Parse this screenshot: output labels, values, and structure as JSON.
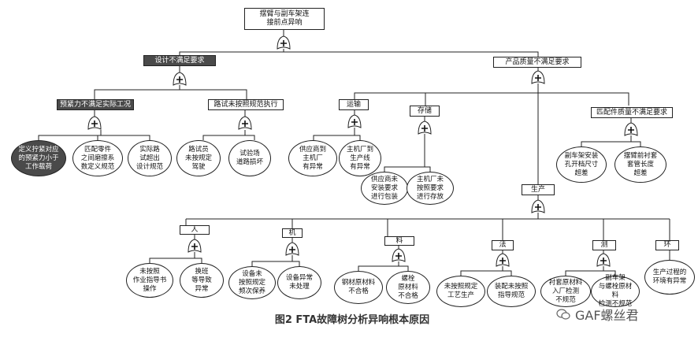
{
  "diagram": {
    "root": "摆臂与副车架连\n接前点异响",
    "design": "设计不满足要求",
    "quality": "产品质量不满足要求",
    "preload": "预紧力不满足实际工况",
    "road_test": "路试未按照规范执行",
    "transport": "运输",
    "storage": "存储",
    "parts_quality": "匹配件质量不满足要求",
    "production": "生产",
    "c_preload_def": "定义拧紧对应\n的预紧力小于\n工作载荷",
    "c_matching": "匹配零件\n之间磨擦系\n数定义规范",
    "c_actual_road": "实际路\n试超出\n设计规范",
    "c_tester": "路试员\n未按规定\n驾驶",
    "c_test_site": "试验场\n道路损坏",
    "c_supplier_main": "供应商到\n主机厂\n有异常",
    "c_main_line": "主机厂到\n生产线\n有异常",
    "c_supplier_pack": "供应商未\n安装要求\n进行包装",
    "c_main_store": "主机厂未\n按照要求\n进行存放",
    "c_frame_hole": "副车架安装\n孔开档尺寸\n超差",
    "c_sleeve": "摆臂前衬套\n套管长度\n超差",
    "person": "人",
    "machine": "机",
    "material": "料",
    "method": "法",
    "measure": "测",
    "environment": "环",
    "c_not_guide": "未按照\n作业指导书\n操作",
    "c_shift": "换班\n等导致\n异常",
    "c_equip_maint": "设备未\n按照规定\n频次保养",
    "c_equip_fault": "设备异常\n未处理",
    "c_steel": "钢材原材料\n不合格",
    "c_bolt": "螺栓\n原材料\n不合格",
    "c_process": "未按照规定\n工艺生产",
    "c_assembly": "装配未按照\n指导规范",
    "c_bushing_check": "衬套原材料\n入厂检测\n不规范",
    "c_frame_check": "副车架\n与螺栓原材料\n检测不规范",
    "c_environment": "生产过程的\n环境有异常"
  },
  "caption": "图2 FTA故障树分析异响根本原因",
  "watermark": "GAF螺丝君",
  "colors": {
    "line": "#222222",
    "dark_fill": "#4a4a4a"
  }
}
